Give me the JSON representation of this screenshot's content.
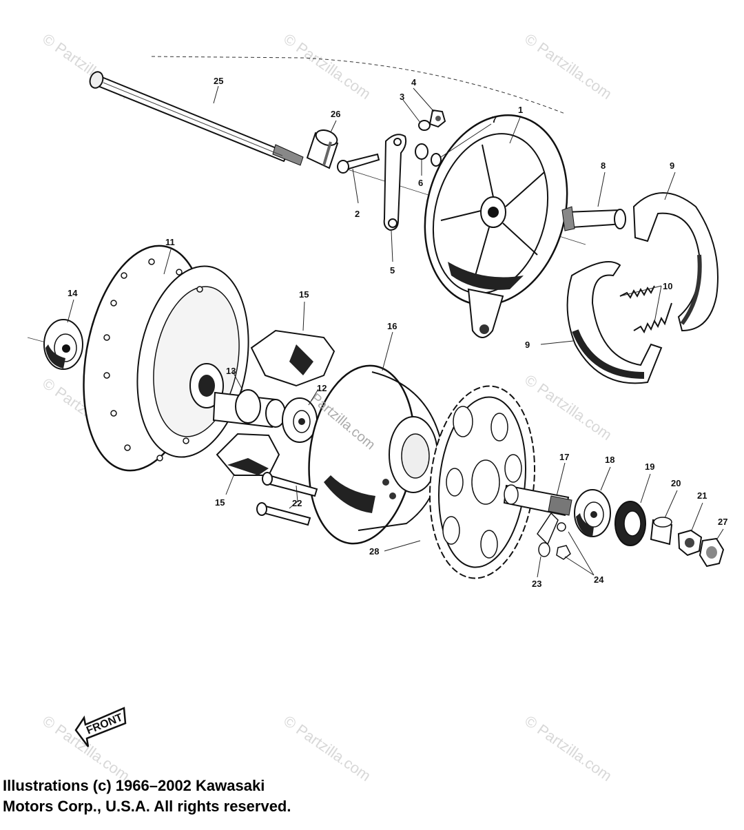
{
  "watermark": "© Partzilla.com",
  "center_watermark": "Partzilla.com",
  "callouts": [
    "1",
    "2",
    "3",
    "4",
    "5",
    "6",
    "7",
    "8",
    "9",
    "9",
    "10",
    "11",
    "12",
    "13",
    "14",
    "15",
    "15",
    "16",
    "17",
    "18",
    "19",
    "20",
    "21",
    "22",
    "23",
    "24",
    "25",
    "26",
    "27",
    "28"
  ],
  "front_label": "FRONT",
  "copyright": {
    "line1": "Illustrations (c) 1966–2002 Kawasaki",
    "line2": "Motors Corp., U.S.A.  All rights reserved."
  }
}
